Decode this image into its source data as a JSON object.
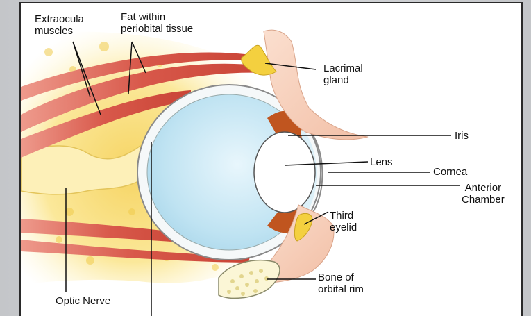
{
  "labels": {
    "extraocular_muscles": "Extraocula\nmuscles",
    "fat": "Fat within\nperiobital tissue",
    "lacrimal_gland": "Lacrimal\ngland",
    "iris": "Iris",
    "lens": "Lens",
    "cornea": "Cornea",
    "anterior_chamber": "Anterior\nChamber",
    "third_eyelid": "Third\neyelid",
    "bone": "Bone of\norbital rim",
    "optic_nerve": "Optic Nerve"
  },
  "colors": {
    "fat": "#fbe89a",
    "fat_dark": "#f3d35a",
    "muscle": "#d8584a",
    "muscle_light": "#ee9a8c",
    "eye_fill": "#bfe3f2",
    "eye_light": "#e3f3fa",
    "iris": "#c0551f",
    "lid": "#f7cfb9",
    "sclera_edge": "#8a8a8a"
  }
}
